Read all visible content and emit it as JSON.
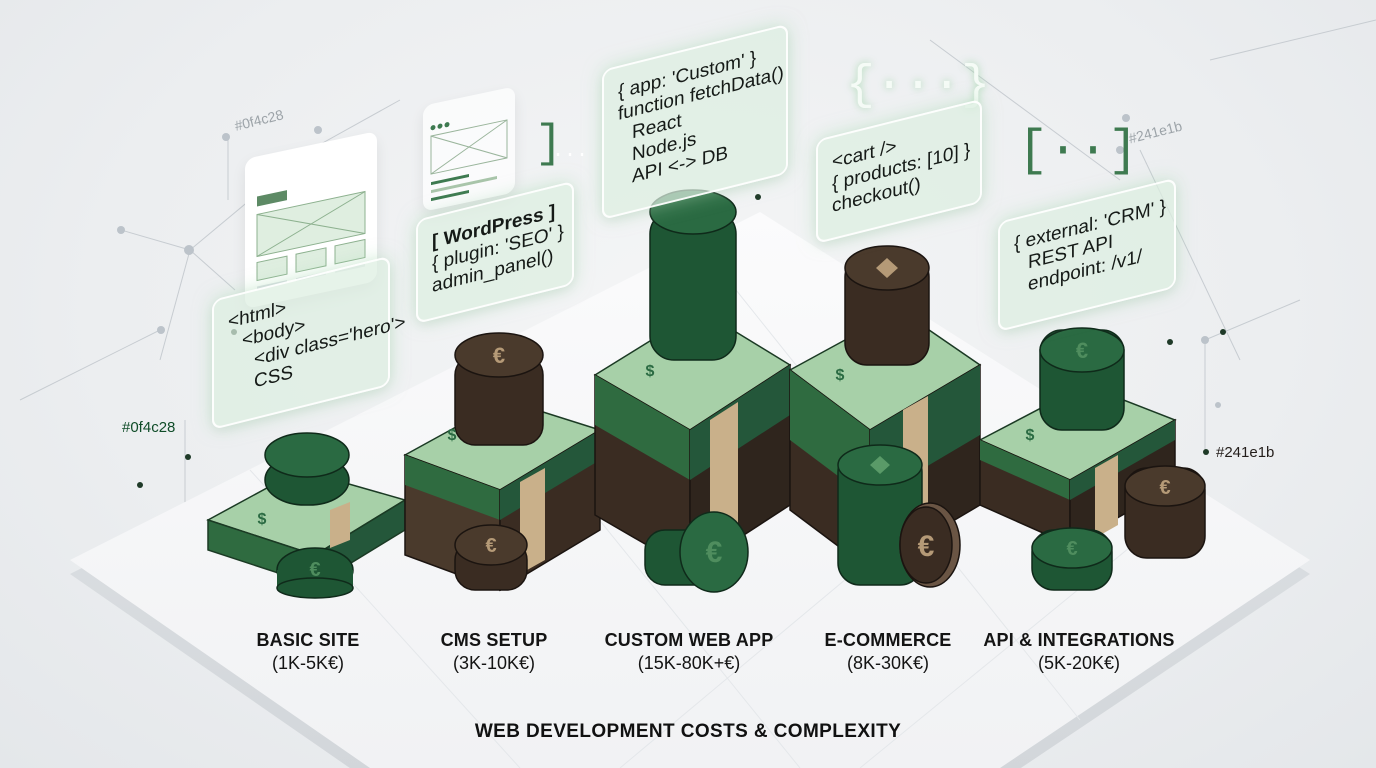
{
  "title": "WEB DEVELOPMENT COSTS & COMPLEXITY",
  "colors": {
    "primary_green": "#0f4c28",
    "dark_brown": "#241e1b",
    "bill_green": "#2f6b40",
    "bill_light": "#a7d0a8",
    "band_tan": "#c9b08a",
    "card_bg": "#dcede0"
  },
  "hex_labels": [
    {
      "id": "top-left",
      "text": "#0f4c28"
    },
    {
      "id": "left",
      "text": "#0f4c28"
    },
    {
      "id": "top-right",
      "text": "#241e1b"
    },
    {
      "id": "right",
      "text": "#241e1b"
    }
  ],
  "categories": [
    {
      "name": "BASIC SITE",
      "range": "(1K-5K€)",
      "code": [
        "<html>",
        "<body>",
        "<div class='hero'>",
        "CSS"
      ]
    },
    {
      "name": "CMS SETUP",
      "range": "(3K-10K€)",
      "code": [
        "[ WordPress ]",
        "{ plugin: 'SEO' }",
        "admin_panel()"
      ]
    },
    {
      "name": "CUSTOM WEB APP",
      "range": "(15K-80K+€)",
      "code": [
        "{ app: 'Custom' }",
        "function fetchData()",
        "React",
        "Node.js",
        "API <-> DB"
      ]
    },
    {
      "name": "E-COMMERCE",
      "range": "(8K-30K€)",
      "code": [
        "<cart />",
        "{ products: [10] }",
        "checkout()"
      ]
    },
    {
      "name": "API & INTEGRATIONS",
      "range": "(5K-20K€)",
      "code": [
        "{ external: 'CRM' }",
        "REST API",
        "endpoint: /v1/"
      ]
    }
  ],
  "decor": {
    "curly_brackets": "{···}",
    "square_brackets": "[··]",
    "ellipsis": "···"
  },
  "icons": [
    "wireframe-page-icon",
    "wireframe-card-icon",
    "euro-coin-icon",
    "dollar-bill-icon",
    "diamond-coin-icon",
    "network-node-icon"
  ]
}
